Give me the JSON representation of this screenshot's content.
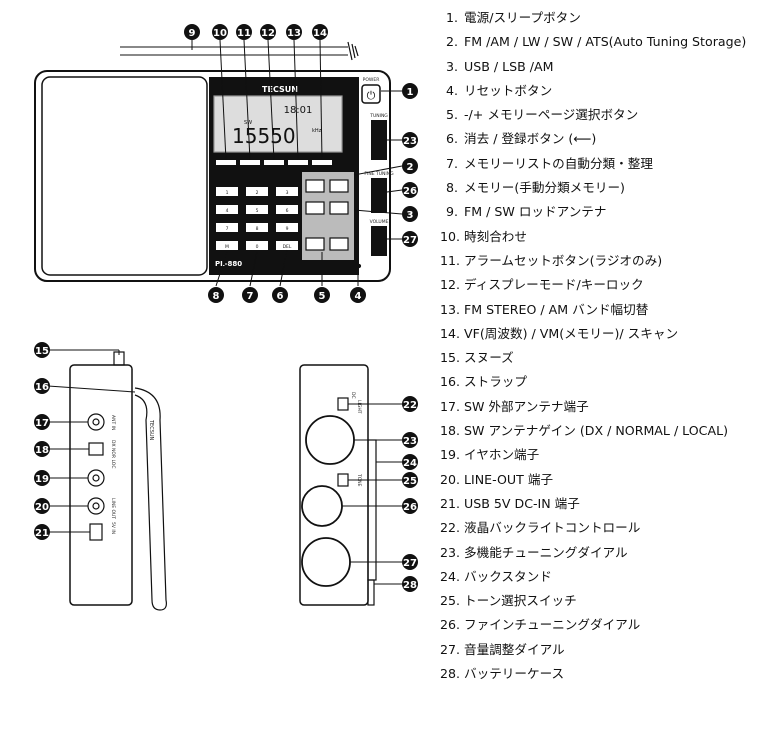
{
  "radio": {
    "brand": "TECSUN",
    "model": "PL-880",
    "lcd_freq": "15550",
    "lcd_time": "18:01",
    "lcd_band": "SW",
    "lcd_unit": "kHz",
    "power_label": "POWER",
    "tuning_label": "TUNING",
    "fine_label": "FINE TUNING",
    "volume_label": "VOLUME",
    "keypad": [
      "1",
      "2",
      "3",
      "4",
      "5",
      "6",
      "7",
      "8",
      "9",
      "M",
      "0",
      "DEL"
    ],
    "side_brand": "TECSUN",
    "side_labels": [
      "ANT IN",
      "DX NOR LOC",
      "LINE OUT",
      "5V IN",
      "DC",
      "LIGHT",
      "TONE"
    ]
  },
  "callouts": [
    "1",
    "2",
    "3",
    "4",
    "5",
    "6",
    "7",
    "8",
    "9",
    "10",
    "11",
    "12",
    "13",
    "14",
    "15",
    "16",
    "17",
    "18",
    "19",
    "20",
    "21",
    "22",
    "23",
    "24",
    "25",
    "26",
    "27",
    "28"
  ],
  "legend": [
    {
      "num": "1.",
      "text": "電源/スリープボタン"
    },
    {
      "num": "2.",
      "text": "FM /AM / LW / SW / ATS(Auto Tuning Storage)"
    },
    {
      "num": "3.",
      "text": "USB / LSB /AM"
    },
    {
      "num": "4.",
      "text": "リセットボタン"
    },
    {
      "num": "5.",
      "text": "-/+ メモリーページ選択ボタン"
    },
    {
      "num": "6.",
      "text": "消去 / 登録ボタン (⟵)"
    },
    {
      "num": "7.",
      "text": "メモリーリストの自動分類・整理"
    },
    {
      "num": "8.",
      "text": "メモリー(手動分類メモリー)"
    },
    {
      "num": "9.",
      "text": "FM / SW ロッドアンテナ"
    },
    {
      "num": "10.",
      "text": "時刻合わせ"
    },
    {
      "num": "11.",
      "text": "アラームセットボタン(ラジオのみ)"
    },
    {
      "num": "12.",
      "text": "ディスプレーモード/キーロック"
    },
    {
      "num": "13.",
      "text": "FM STEREO / AM バンド幅切替"
    },
    {
      "num": "14.",
      "text": "VF(周波数) / VM(メモリー)/ スキャン"
    },
    {
      "num": "15.",
      "text": "スヌーズ"
    },
    {
      "num": "16.",
      "text": "ストラップ"
    },
    {
      "num": "17.",
      "text": "SW 外部アンテナ端子"
    },
    {
      "num": "18.",
      "text": "SW アンテナゲイン (DX / NORMAL / LOCAL)"
    },
    {
      "num": "19.",
      "text": "イヤホン端子"
    },
    {
      "num": "20.",
      "text": "LINE-OUT 端子"
    },
    {
      "num": "21.",
      "text": "USB 5V DC-IN 端子"
    },
    {
      "num": "22.",
      "text": "液晶バックライトコントロール"
    },
    {
      "num": "23.",
      "text": "多機能チューニングダイアル"
    },
    {
      "num": "24.",
      "text": "バックスタンド"
    },
    {
      "num": "25.",
      "text": "トーン選択スイッチ"
    },
    {
      "num": "26.",
      "text": "ファインチューニングダイアル"
    },
    {
      "num": "27.",
      "text": "音量調整ダイアル"
    },
    {
      "num": "28.",
      "text": "バッテリーケース"
    }
  ]
}
